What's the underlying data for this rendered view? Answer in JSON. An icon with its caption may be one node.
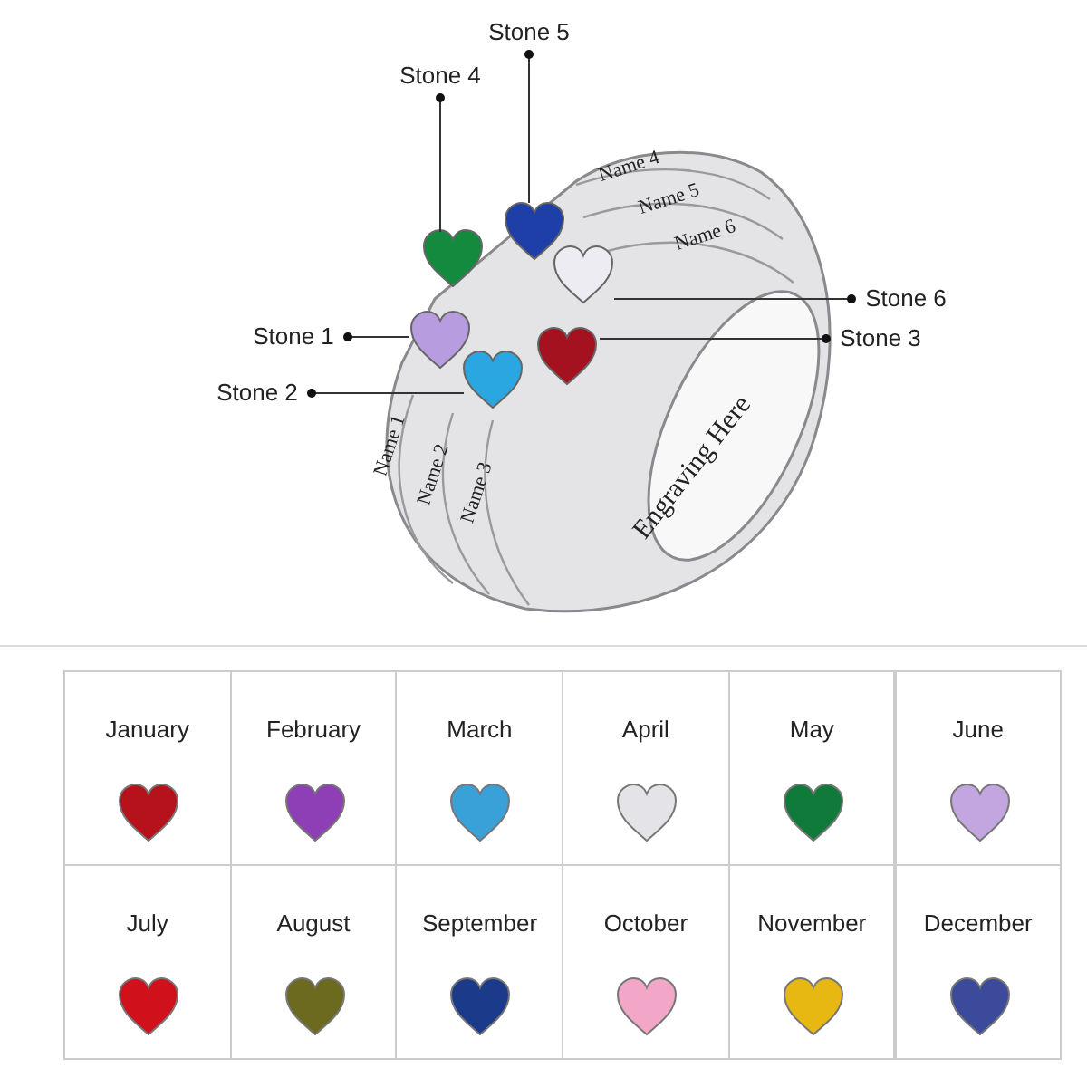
{
  "diagram": {
    "nodes": [
      {
        "text": [
          "Stone 5"
        ]
      },
      {
        "text": [
          "Stone 4"
        ]
      },
      {
        "text": [
          "Stone 6"
        ]
      },
      {
        "text": [
          "Stone 1"
        ]
      },
      {
        "text": [
          "Stone 3"
        ]
      },
      {
        "text": [
          "Stone 2"
        ]
      },
      {
        "text": [],
        "shape": "heart"
      },
      {
        "text": [],
        "shape": "heart"
      },
      {
        "text": [],
        "shape": "heart"
      },
      {
        "text": [],
        "shape": "heart"
      },
      {
        "text": [],
        "shape": "heart"
      },
      {
        "text": [],
        "shape": "heart"
      }
    ],
    "edges": [
      {
        "from": 0,
        "to": 9,
        "arrow": "other"
      },
      {
        "from": 1,
        "to": 7,
        "arrow": "other"
      },
      {
        "from": 2,
        "to": 11,
        "arrow": "other"
      },
      {
        "from": 3,
        "to": 6,
        "arrow": "other"
      },
      {
        "from": 4,
        "to": 10,
        "arrow": "other"
      },
      {
        "from": 5,
        "to": 8,
        "arrow": "other"
      }
    ],
    "labels": [
      "Name 4",
      "Name 5",
      "Name 6",
      "Name 1",
      "Name 2",
      "Name 3",
      "Engraving Here"
    ],
    "legend": [
      {
        "text": "January",
        "color": "#b5121b"
      },
      {
        "text": "February",
        "color": "#8e3fb5"
      },
      {
        "text": "March",
        "color": "#3aa0d8"
      },
      {
        "text": "April",
        "color": "#e4e4e8"
      },
      {
        "text": "May",
        "color": "#0f7a3a"
      },
      {
        "text": "June",
        "color": "#c3a6e0"
      },
      {
        "text": "July",
        "color": "#d0101a"
      },
      {
        "text": "August",
        "color": "#6b6a1f"
      },
      {
        "text": "September",
        "color": "#1c3a8a"
      },
      {
        "text": "October",
        "color": "#f2a6c8"
      },
      {
        "text": "November",
        "color": "#e8b812"
      },
      {
        "text": "December",
        "color": "#3b4a9a"
      }
    ]
  }
}
